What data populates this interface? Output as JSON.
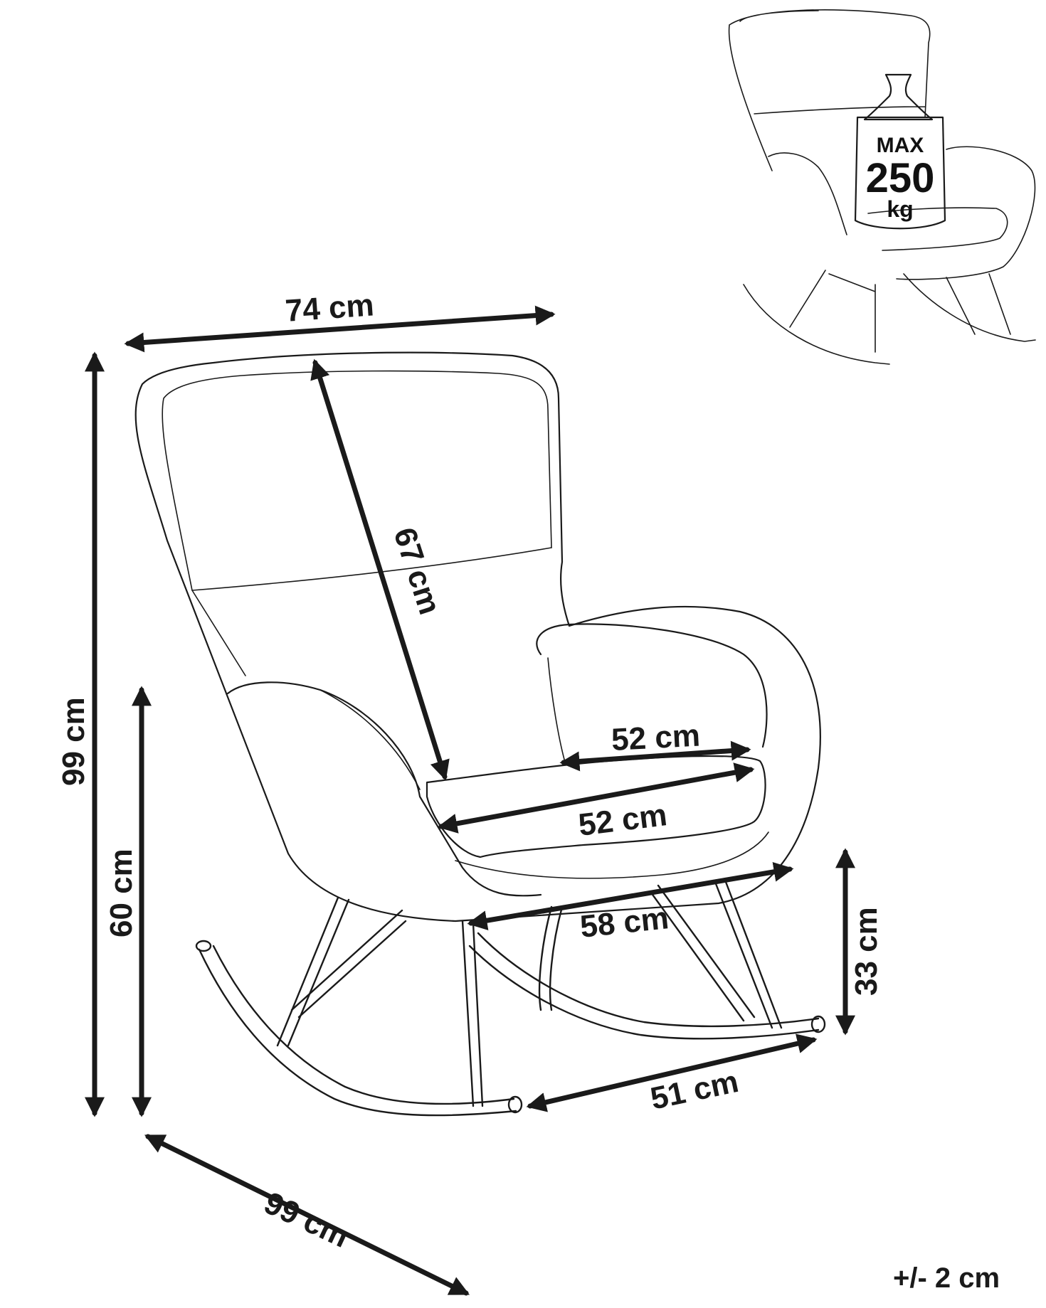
{
  "dimensions": {
    "overall_width": "74 cm",
    "backrest_height": "67 cm",
    "overall_height": "99 cm",
    "seat_height": "60 cm",
    "seat_width_back": "52 cm",
    "seat_width_front": "52 cm",
    "armrest_width": "58 cm",
    "leg_height": "33 cm",
    "rocker_length": "51 cm",
    "overall_depth": "99 cm"
  },
  "weight_limit": {
    "top": "MAX",
    "value": "250",
    "unit": "kg"
  },
  "tolerance": "+/- 2 cm",
  "colors": {
    "line": "#1a1a1a",
    "background": "#ffffff"
  }
}
